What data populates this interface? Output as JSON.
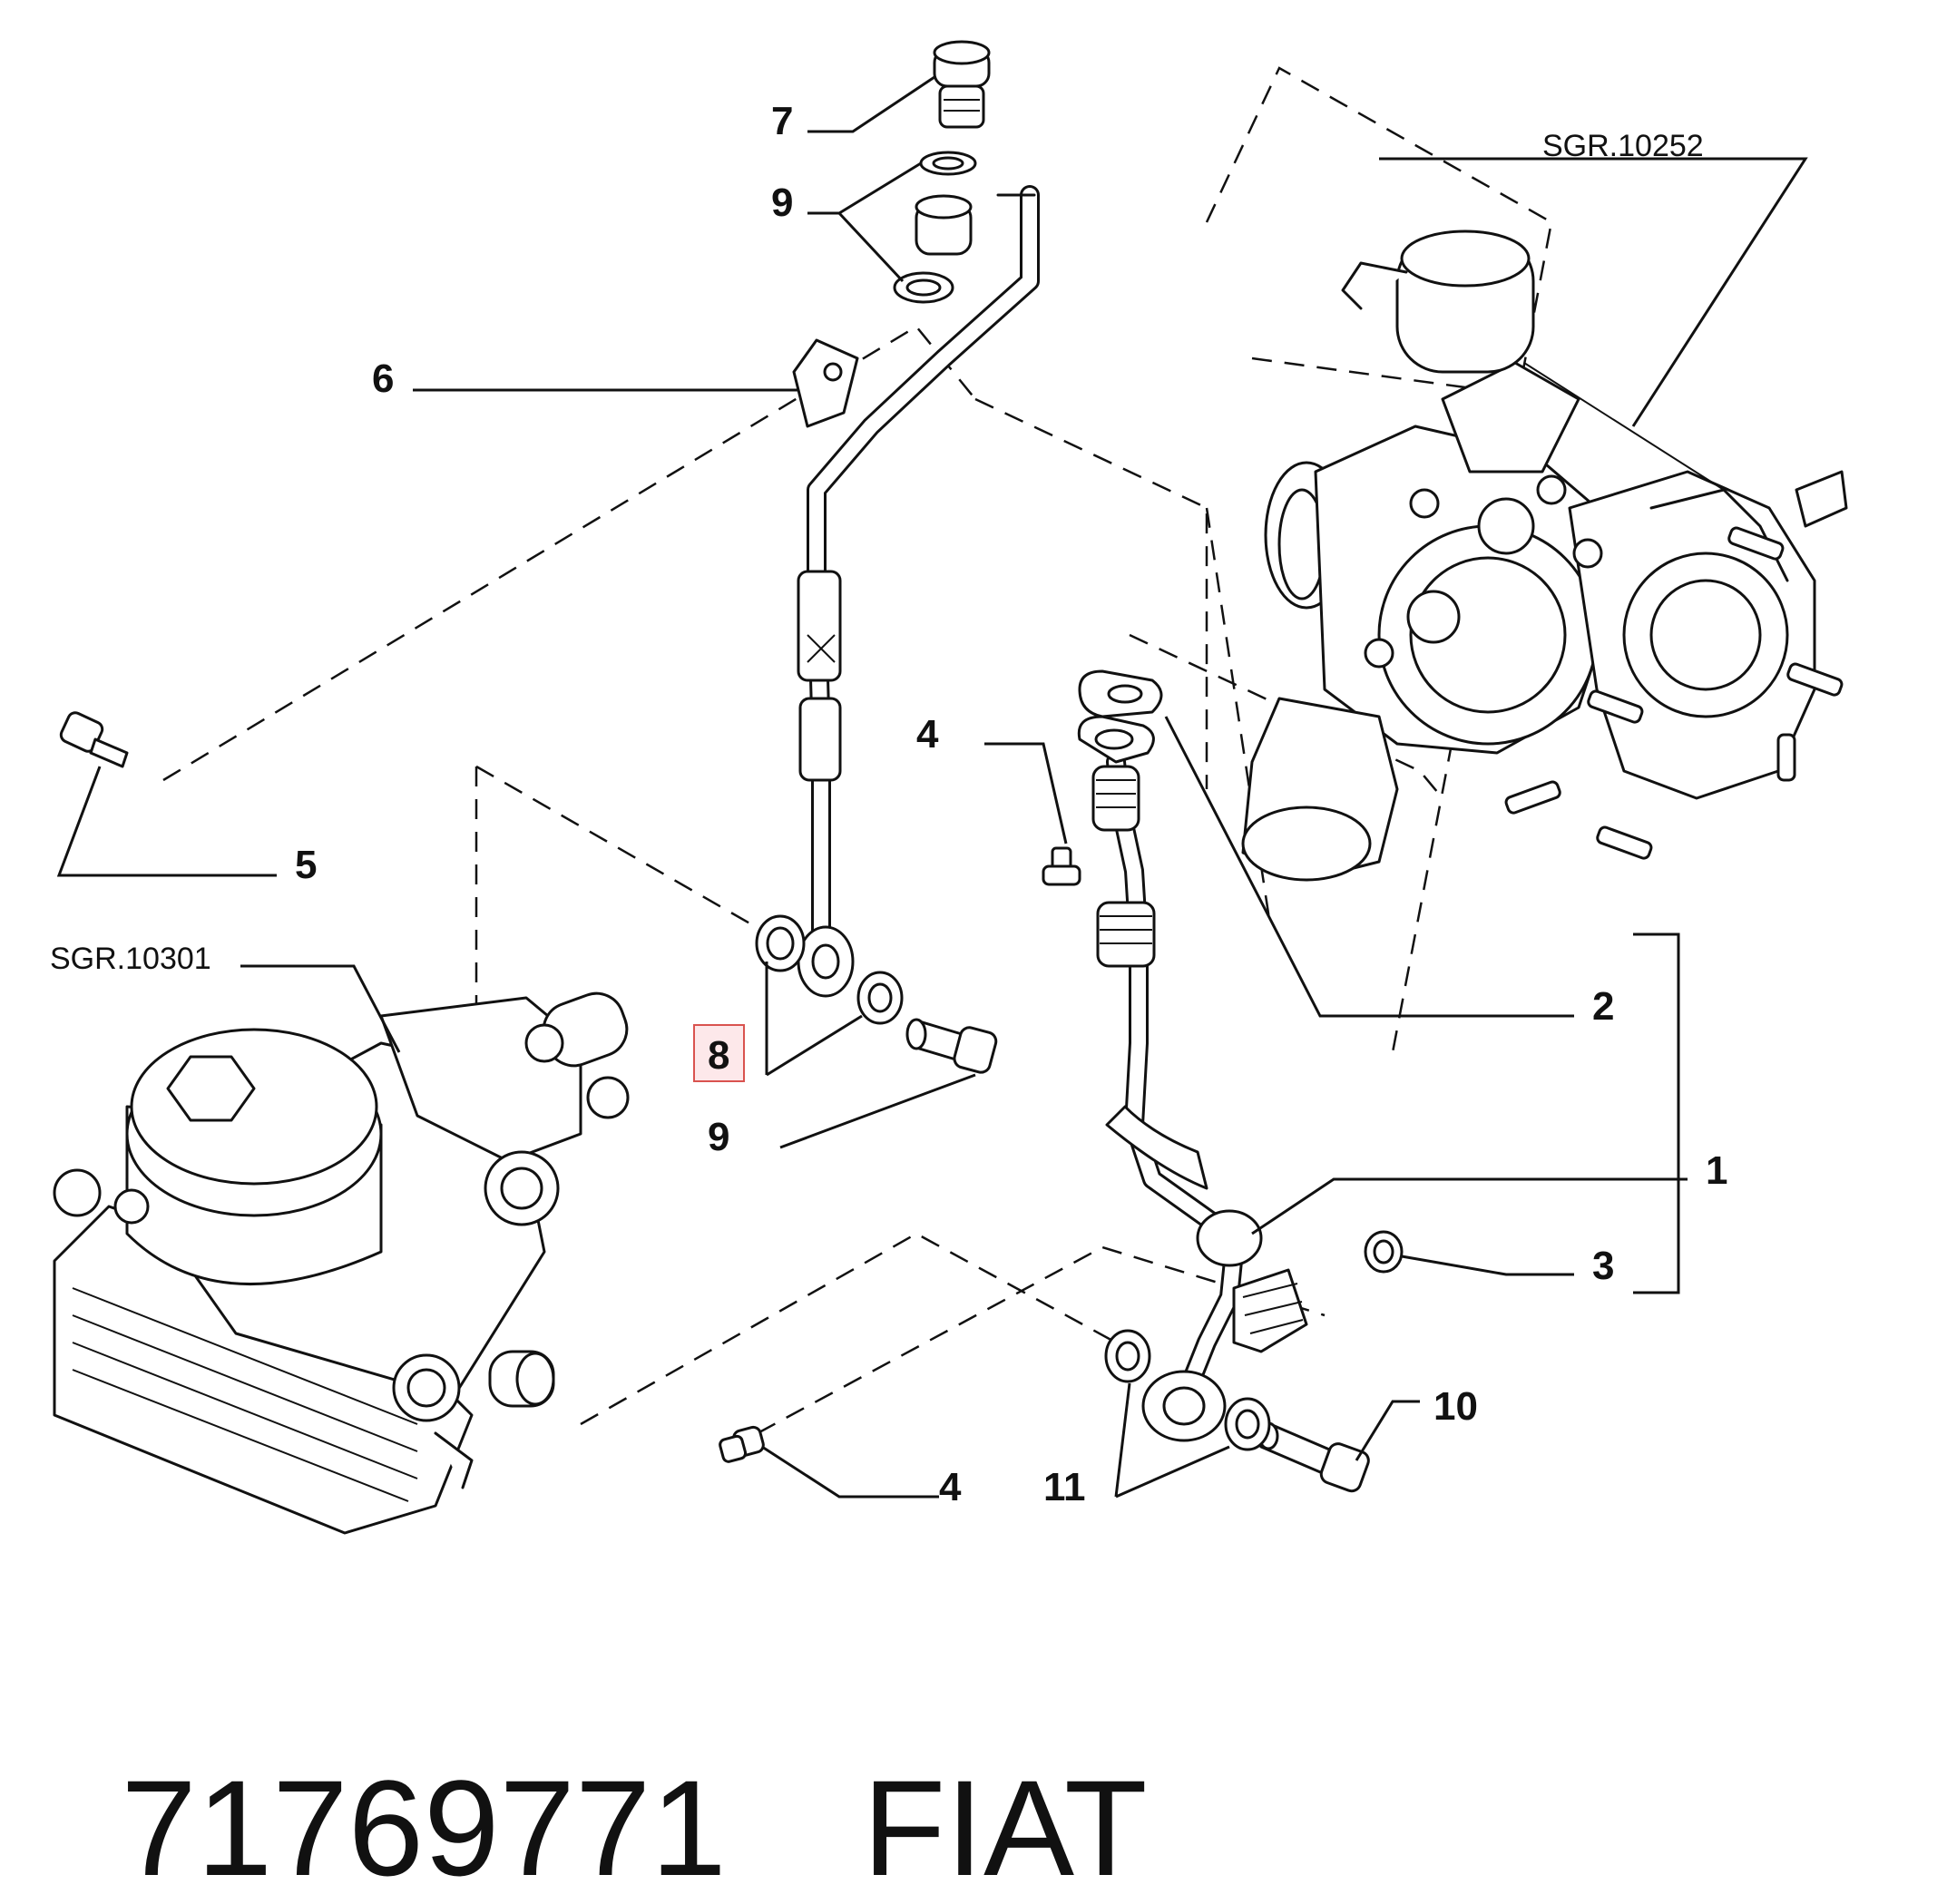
{
  "diagram": {
    "callouts": {
      "c1": "1",
      "c2": "2",
      "c3": "3",
      "c4a": "4",
      "c4b": "4",
      "c5": "5",
      "c6": "6",
      "c7": "7",
      "c8": "8",
      "c9a": "9",
      "c9b": "9",
      "c10": "10",
      "c11": "11"
    },
    "group_refs": {
      "turbo": "SGR.10252",
      "oil_filter": "SGR.10301"
    },
    "highlighted_callout": "8",
    "highlight_color": "#d9534f"
  },
  "footer": {
    "part_number": "71769771",
    "brand": "FIAT"
  }
}
